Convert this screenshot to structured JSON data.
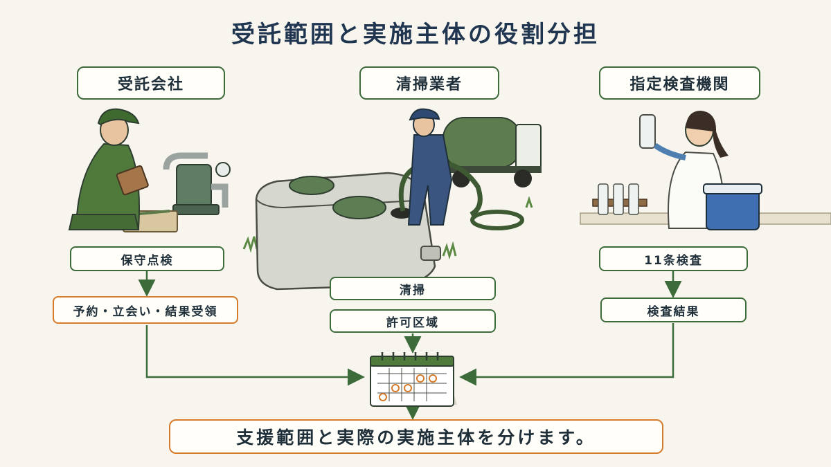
{
  "title": "受託範囲と実施主体の役割分担",
  "columns": {
    "left": {
      "header": "受託会社",
      "step1": "保守点検",
      "step2": "予約・立会い・結果受領"
    },
    "center": {
      "header": "清掃業者",
      "step1": "清掃",
      "step2": "許可区域"
    },
    "right": {
      "header": "指定検査機関",
      "step1": "11条検査",
      "step2": "検査結果"
    }
  },
  "footer": "支援範囲と実際の実施主体を分けます。",
  "colors": {
    "green": "#3d6b3a",
    "orange": "#d67a2a",
    "navy": "#1f3550"
  },
  "icons": [
    "maintenance-worker-illustration",
    "septic-tank-cleaning-illustration",
    "lab-technician-illustration",
    "calendar-icon"
  ]
}
